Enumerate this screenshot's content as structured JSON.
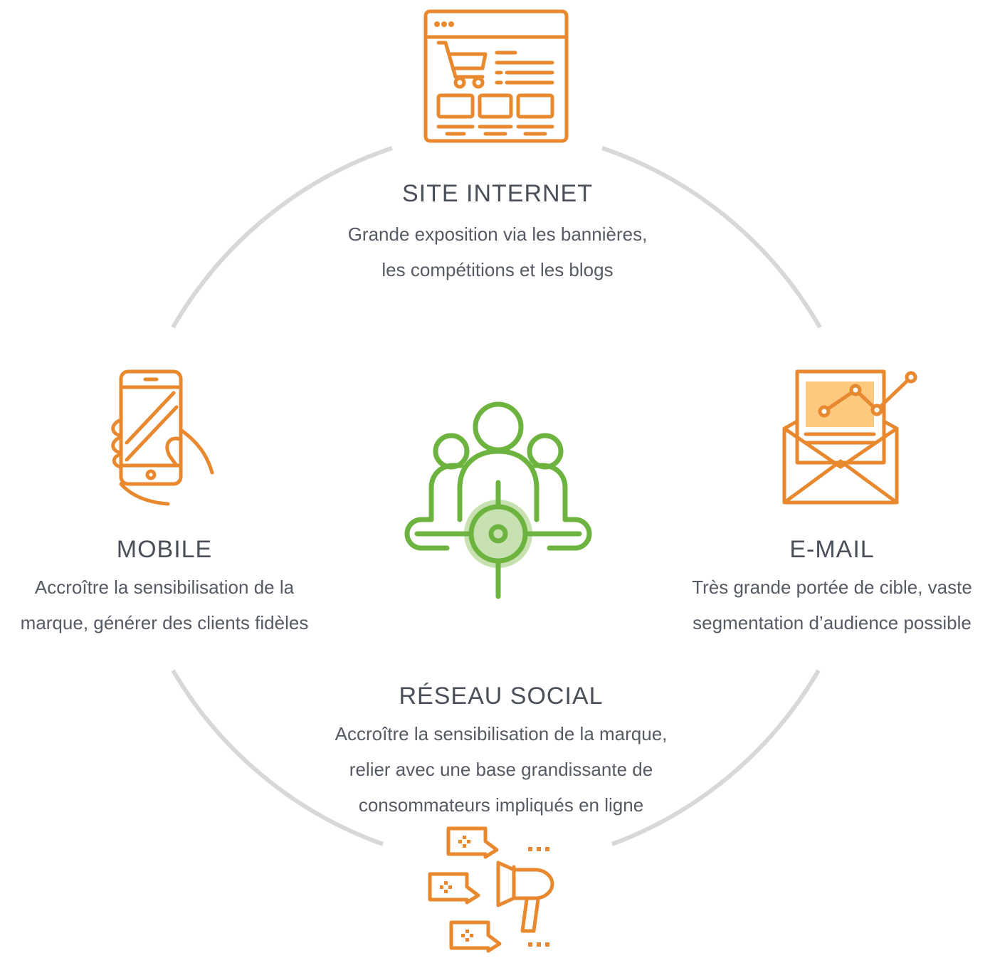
{
  "colors": {
    "accent": "#E8892F",
    "accent_light": "#FCC97E",
    "center": "#6DB33F",
    "center_light": "#C7E2B0",
    "ring": "#D6D8D9",
    "text": "#4A4F58"
  },
  "center": {
    "icon": "target-audience-icon"
  },
  "nodes": {
    "site": {
      "icon": "browser-cart-icon",
      "title": "SITE INTERNET",
      "desc": [
        "Grande exposition via les bannières,",
        "les compétitions et les blogs"
      ]
    },
    "mobile": {
      "icon": "smartphone-hand-icon",
      "title": "MOBILE",
      "desc": [
        "Accroître la sensibilisation de la",
        "marque, générer des clients fidèles"
      ]
    },
    "email": {
      "icon": "envelope-chart-icon",
      "title": "E-MAIL",
      "desc": [
        "Très grande portée de cible, vaste",
        "segmentation d’audience possible"
      ]
    },
    "social": {
      "icon": "megaphone-chat-icon",
      "title": "RÉSEAU SOCIAL",
      "desc": [
        "Accroître la sensibilisation de la marque,",
        "relier avec une base grandissante de",
        "consommateurs impliqués en ligne"
      ]
    }
  }
}
